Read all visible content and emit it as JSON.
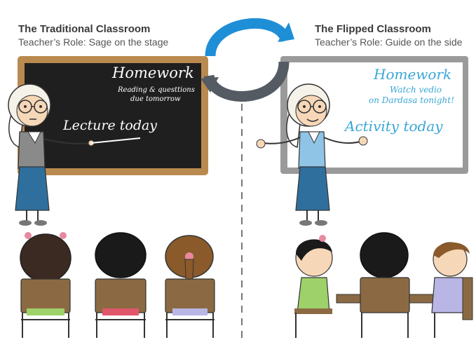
{
  "left": {
    "title": "The Traditional Classroom",
    "subtitle": "Teacher’s Role: Sage on the stage",
    "board": {
      "homework": "Homework",
      "note_line1": "Reading & questtions",
      "note_line2": "due tomorrow",
      "lecture": "Lecture today"
    }
  },
  "right": {
    "title": "The Flipped Classroom",
    "subtitle": "Teacher’s Role: Guide on the side",
    "board": {
      "homework": "Homework",
      "note_line1": "Watch vedio",
      "note_line2": "on Dardasa tonight!",
      "activity": "Activity today"
    }
  },
  "colors": {
    "chalkboard": "#1f1f1f",
    "chalkboard_frame": "#b98a4f",
    "whiteboard_frame": "#9a9a9a",
    "cycle_arrow_blue": "#1e8fd6",
    "cycle_arrow_gray": "#555b63",
    "skirt_blue": "#2f6f9e",
    "chair_brown": "#8b6a43"
  },
  "icons": [
    "cycle-arrows-icon"
  ]
}
